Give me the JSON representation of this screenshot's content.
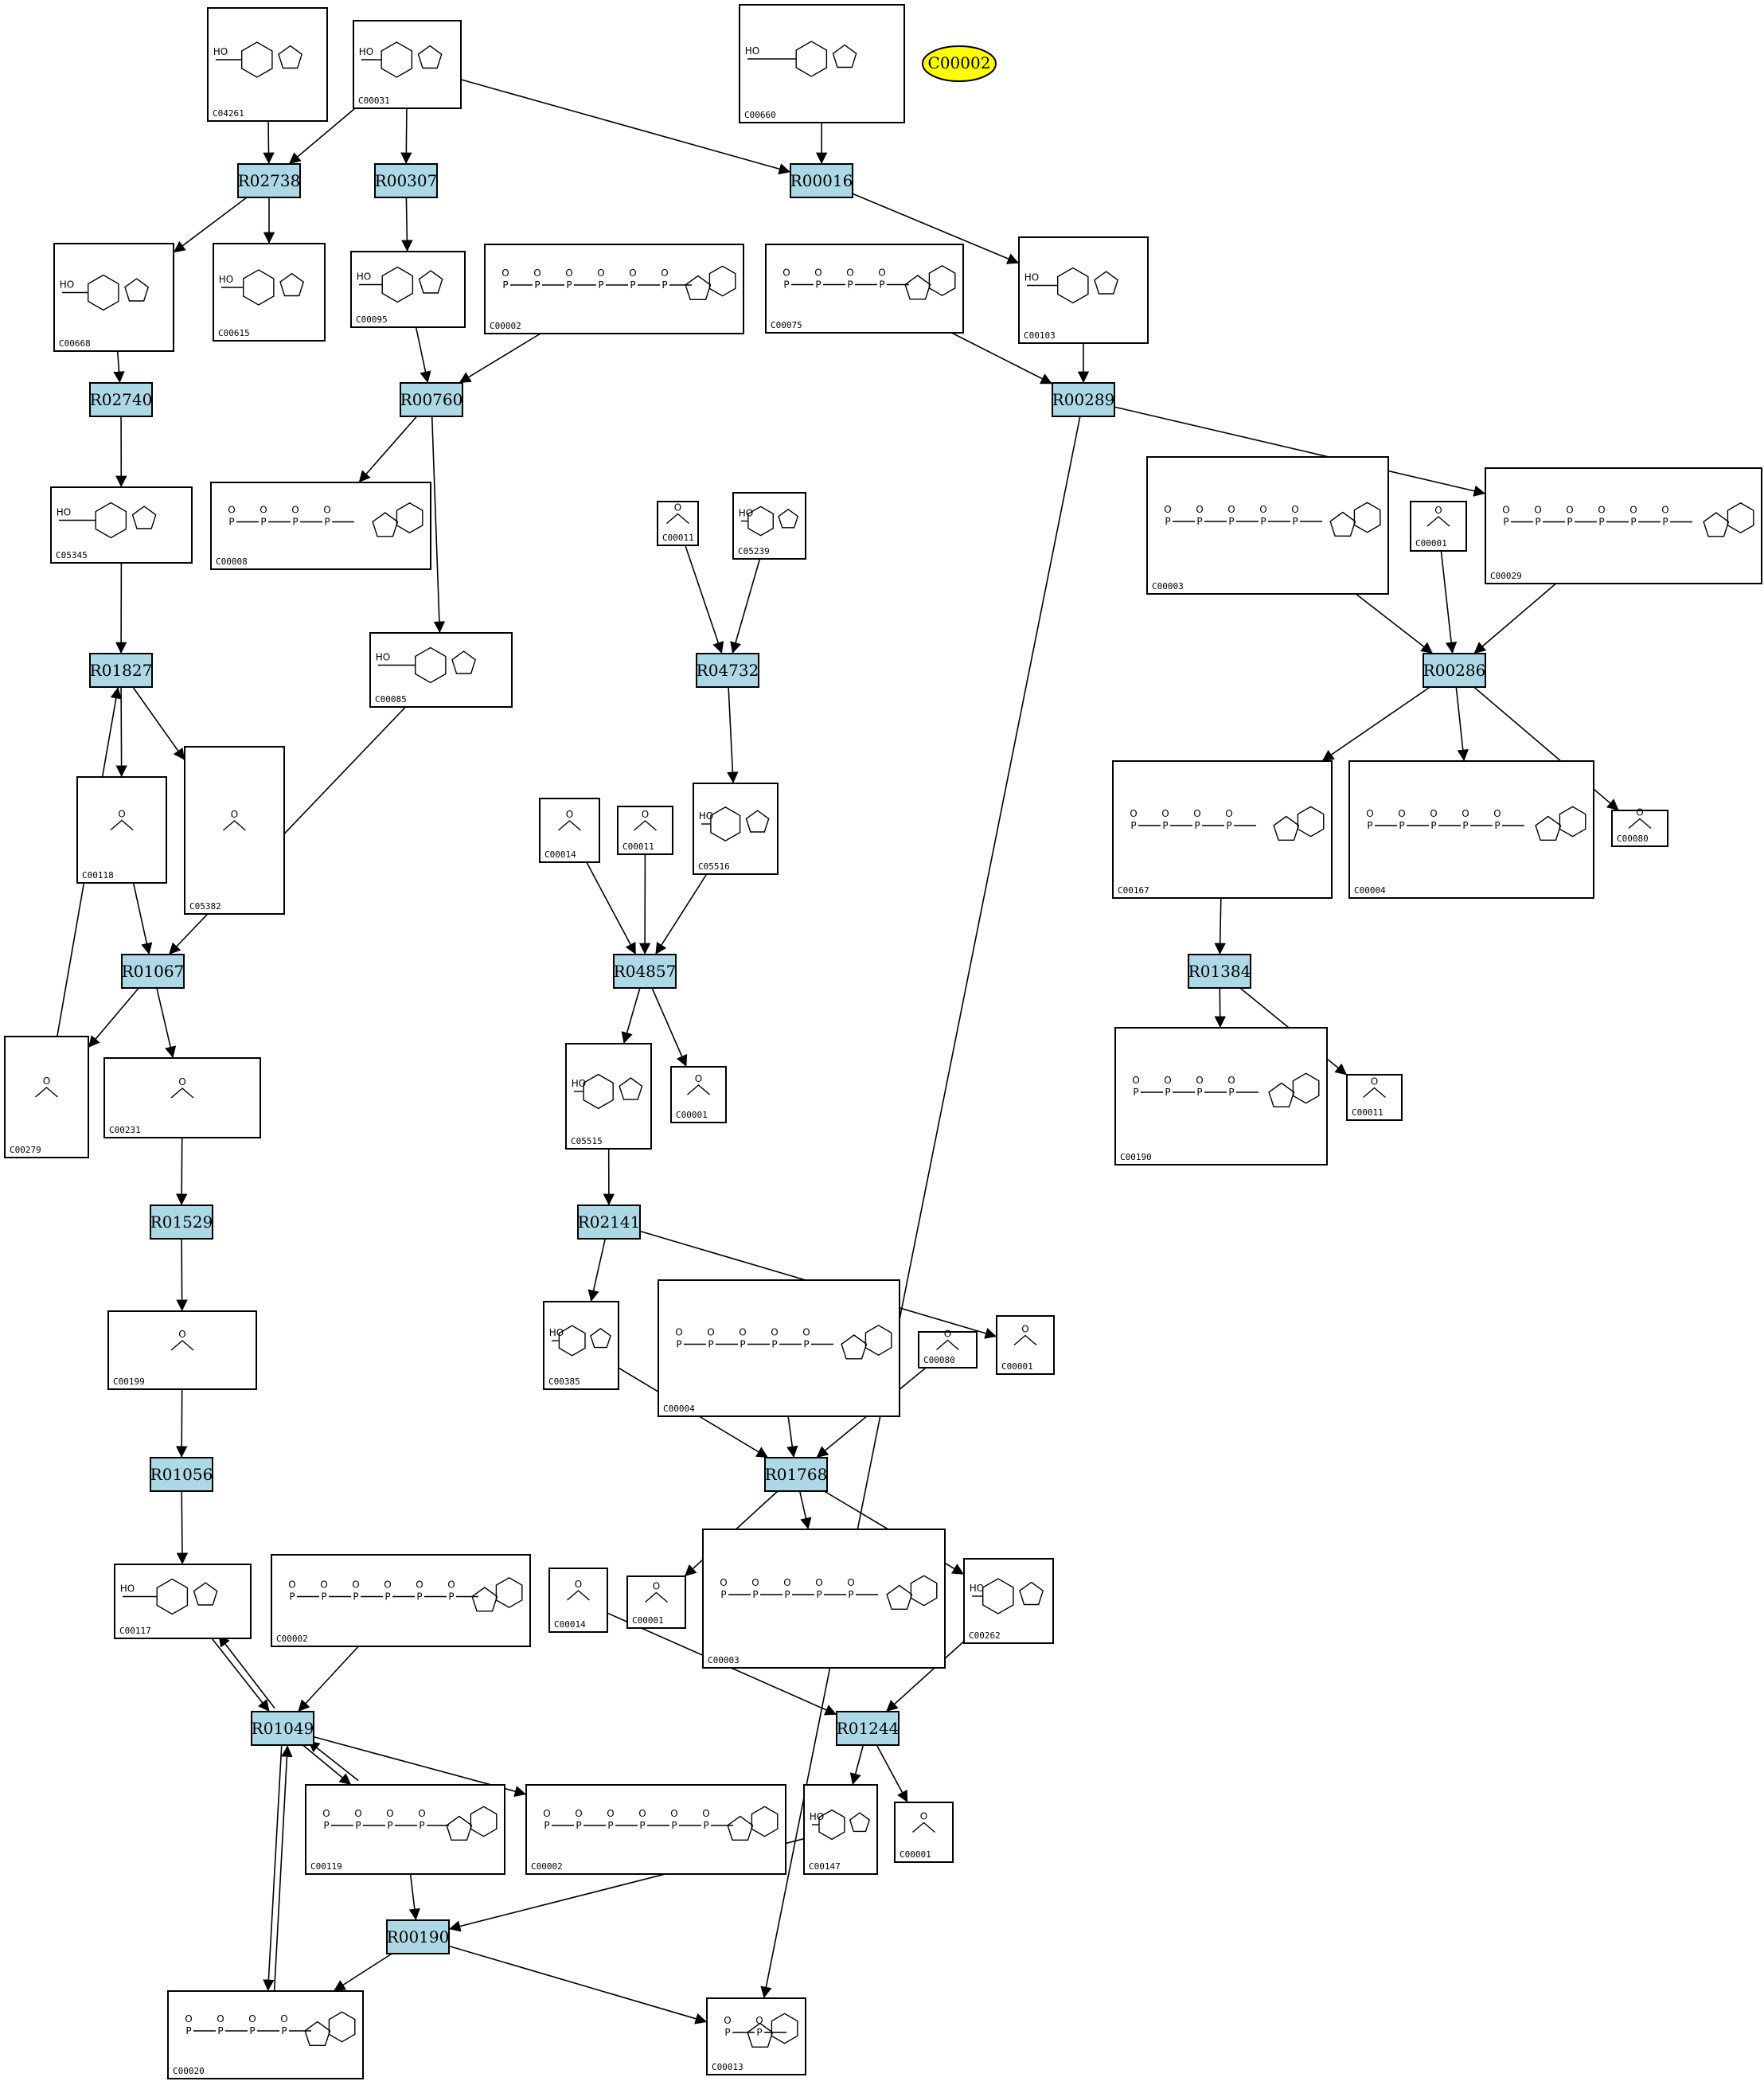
{
  "colors": {
    "reaction": "#add8e6",
    "highlight": "#ffff00",
    "line": "#000000"
  },
  "highlight": {
    "id": "hl",
    "label": "C00002"
  },
  "reactions": [
    {
      "id": "R02738",
      "label": "R02738"
    },
    {
      "id": "R00307",
      "label": "R00307"
    },
    {
      "id": "R00016",
      "label": "R00016"
    },
    {
      "id": "R02740",
      "label": "R02740"
    },
    {
      "id": "R00760",
      "label": "R00760"
    },
    {
      "id": "R00289",
      "label": "R00289"
    },
    {
      "id": "R01827",
      "label": "R01827"
    },
    {
      "id": "R04732",
      "label": "R04732"
    },
    {
      "id": "R00286",
      "label": "R00286"
    },
    {
      "id": "R01067",
      "label": "R01067"
    },
    {
      "id": "R04857",
      "label": "R04857"
    },
    {
      "id": "R01384",
      "label": "R01384"
    },
    {
      "id": "R01529",
      "label": "R01529"
    },
    {
      "id": "R02141",
      "label": "R02141"
    },
    {
      "id": "R01056",
      "label": "R01056"
    },
    {
      "id": "R01768",
      "label": "R01768"
    },
    {
      "id": "R01049",
      "label": "R01049"
    },
    {
      "id": "R01244",
      "label": "R01244"
    },
    {
      "id": "R00190",
      "label": "R00190"
    }
  ],
  "compounds": [
    {
      "id": "c04261",
      "label": "C04261",
      "kind": "ring"
    },
    {
      "id": "c00031a",
      "label": "C00031",
      "kind": "ring"
    },
    {
      "id": "c00660a",
      "label": "C00660",
      "kind": "ring"
    },
    {
      "id": "c00668",
      "label": "C00668",
      "kind": "ring"
    },
    {
      "id": "c00615",
      "label": "C00615",
      "kind": "ring"
    },
    {
      "id": "c00095",
      "label": "C00095",
      "kind": "ring"
    },
    {
      "id": "c00002a",
      "label": "C00002",
      "kind": "chain"
    },
    {
      "id": "c00075",
      "label": "C00075",
      "kind": "chain"
    },
    {
      "id": "c00103",
      "label": "C00103",
      "kind": "ring"
    },
    {
      "id": "c05345",
      "label": "C05345",
      "kind": "ring"
    },
    {
      "id": "c00008",
      "label": "C00008",
      "kind": "chain"
    },
    {
      "id": "c00011a",
      "label": "C00011",
      "kind": "small"
    },
    {
      "id": "c05239",
      "label": "C05239",
      "kind": "ring"
    },
    {
      "id": "c00003a",
      "label": "C00003",
      "kind": "chain"
    },
    {
      "id": "c00001a",
      "label": "C00001",
      "kind": "small"
    },
    {
      "id": "c00029",
      "label": "C00029",
      "kind": "chain"
    },
    {
      "id": "c00085",
      "label": "C00085",
      "kind": "ring"
    },
    {
      "id": "c00118",
      "label": "C00118",
      "kind": "small"
    },
    {
      "id": "c05382",
      "label": "C05382",
      "kind": "small"
    },
    {
      "id": "c00014a",
      "label": "C00014",
      "kind": "small"
    },
    {
      "id": "c00011b",
      "label": "C00011",
      "kind": "small"
    },
    {
      "id": "c05516",
      "label": "C05516",
      "kind": "ring"
    },
    {
      "id": "c00167",
      "label": "C00167",
      "kind": "chain"
    },
    {
      "id": "c00004a",
      "label": "C00004",
      "kind": "chain"
    },
    {
      "id": "c00080a",
      "label": "C00080",
      "kind": "small"
    },
    {
      "id": "c00279",
      "label": "C00279",
      "kind": "small"
    },
    {
      "id": "c00231",
      "label": "C00231",
      "kind": "small"
    },
    {
      "id": "c05515",
      "label": "C05515",
      "kind": "ring"
    },
    {
      "id": "c00001b",
      "label": "C00001",
      "kind": "small"
    },
    {
      "id": "c00190",
      "label": "C00190",
      "kind": "chain"
    },
    {
      "id": "c00011c",
      "label": "C00011",
      "kind": "small"
    },
    {
      "id": "c00199",
      "label": "C00199",
      "kind": "small"
    },
    {
      "id": "c00385",
      "label": "C00385",
      "kind": "ring"
    },
    {
      "id": "c00004b",
      "label": "C00004",
      "kind": "chain"
    },
    {
      "id": "c00080b",
      "label": "C00080",
      "kind": "small"
    },
    {
      "id": "c00001c",
      "label": "C00001",
      "kind": "small"
    },
    {
      "id": "c00117",
      "label": "C00117",
      "kind": "ring"
    },
    {
      "id": "c00002b",
      "label": "C00002",
      "kind": "chain"
    },
    {
      "id": "c00014b",
      "label": "C00014",
      "kind": "small"
    },
    {
      "id": "c00001d",
      "label": "C00001",
      "kind": "small"
    },
    {
      "id": "c00003b",
      "label": "C00003",
      "kind": "chain"
    },
    {
      "id": "c00262",
      "label": "C00262",
      "kind": "ring"
    },
    {
      "id": "c00119",
      "label": "C00119",
      "kind": "chain"
    },
    {
      "id": "c00002c",
      "label": "C00002",
      "kind": "chain"
    },
    {
      "id": "c00147",
      "label": "C00147",
      "kind": "ring"
    },
    {
      "id": "c00001e",
      "label": "C00001",
      "kind": "small"
    },
    {
      "id": "c00020",
      "label": "C00020",
      "kind": "chain"
    },
    {
      "id": "c00013",
      "label": "C00013",
      "kind": "chain"
    }
  ],
  "edges": [
    [
      "c04261",
      "R02738"
    ],
    [
      "c00031a",
      "R02738"
    ],
    [
      "c00031a",
      "R00307"
    ],
    [
      "c00031a",
      "R00016"
    ],
    [
      "c00660a",
      "R00016"
    ],
    [
      "R02738",
      "c00668"
    ],
    [
      "R02738",
      "c00615"
    ],
    [
      "R00307",
      "c00095"
    ],
    [
      "R00016",
      "c00103"
    ],
    [
      "c00668",
      "R02740"
    ],
    [
      "c00095",
      "R00760"
    ],
    [
      "c00002a",
      "R00760"
    ],
    [
      "c00075",
      "R00289"
    ],
    [
      "c00103",
      "R00289"
    ],
    [
      "R02740",
      "c05345"
    ],
    [
      "R00760",
      "c00008"
    ],
    [
      "R00760",
      "c00085"
    ],
    [
      "R00289",
      "c00029"
    ],
    [
      "R00289",
      "c00013"
    ],
    [
      "c05345",
      "R01827"
    ],
    [
      "c00011a",
      "R04732"
    ],
    [
      "c05239",
      "R04732"
    ],
    [
      "c00003a",
      "R00286"
    ],
    [
      "c00001a",
      "R00286"
    ],
    [
      "c00029",
      "R00286"
    ],
    [
      "R01827",
      "c00118"
    ],
    [
      "R01827",
      "c05382"
    ],
    [
      "R04732",
      "c05516"
    ],
    [
      "R00286",
      "c00167"
    ],
    [
      "R00286",
      "c00004a"
    ],
    [
      "R00286",
      "c00080a"
    ],
    [
      "c00118",
      "R01067"
    ],
    [
      "c00085",
      "R01067"
    ],
    [
      "c00279",
      "R01827"
    ],
    [
      "c00014a",
      "R04857"
    ],
    [
      "c00011b",
      "R04857"
    ],
    [
      "c05516",
      "R04857"
    ],
    [
      "c00167",
      "R01384"
    ],
    [
      "R01067",
      "c00279"
    ],
    [
      "R01067",
      "c00231"
    ],
    [
      "R04857",
      "c05515"
    ],
    [
      "R04857",
      "c00001b"
    ],
    [
      "R01384",
      "c00190"
    ],
    [
      "R01384",
      "c00011c"
    ],
    [
      "c00231",
      "R01529"
    ],
    [
      "c05515",
      "R02141"
    ],
    [
      "R01529",
      "c00199"
    ],
    [
      "R02141",
      "c00385"
    ],
    [
      "R02141",
      "c00001c"
    ],
    [
      "c00199",
      "R01056"
    ],
    [
      "c00385",
      "R01768"
    ],
    [
      "c00004b",
      "R01768"
    ],
    [
      "c00080b",
      "R01768"
    ],
    [
      "R01056",
      "c00117"
    ],
    [
      "R01768",
      "c00001d"
    ],
    [
      "R01768",
      "c00003b"
    ],
    [
      "R01768",
      "c00262"
    ],
    [
      "c00117",
      "R01049"
    ],
    [
      "R01049",
      "c00117"
    ],
    [
      "c00002b",
      "R01049"
    ],
    [
      "c00014b",
      "R01244"
    ],
    [
      "c00262",
      "R01244"
    ],
    [
      "R01049",
      "c00119"
    ],
    [
      "c00119",
      "R01049"
    ],
    [
      "R01049",
      "c00002c"
    ],
    [
      "R01049",
      "c00020"
    ],
    [
      "c00020",
      "R01049"
    ],
    [
      "R01244",
      "c00147"
    ],
    [
      "R01244",
      "c00001e"
    ],
    [
      "c00119",
      "R00190"
    ],
    [
      "c00147",
      "R00190"
    ],
    [
      "R00190",
      "c00020"
    ],
    [
      "R00190",
      "c00013"
    ]
  ]
}
